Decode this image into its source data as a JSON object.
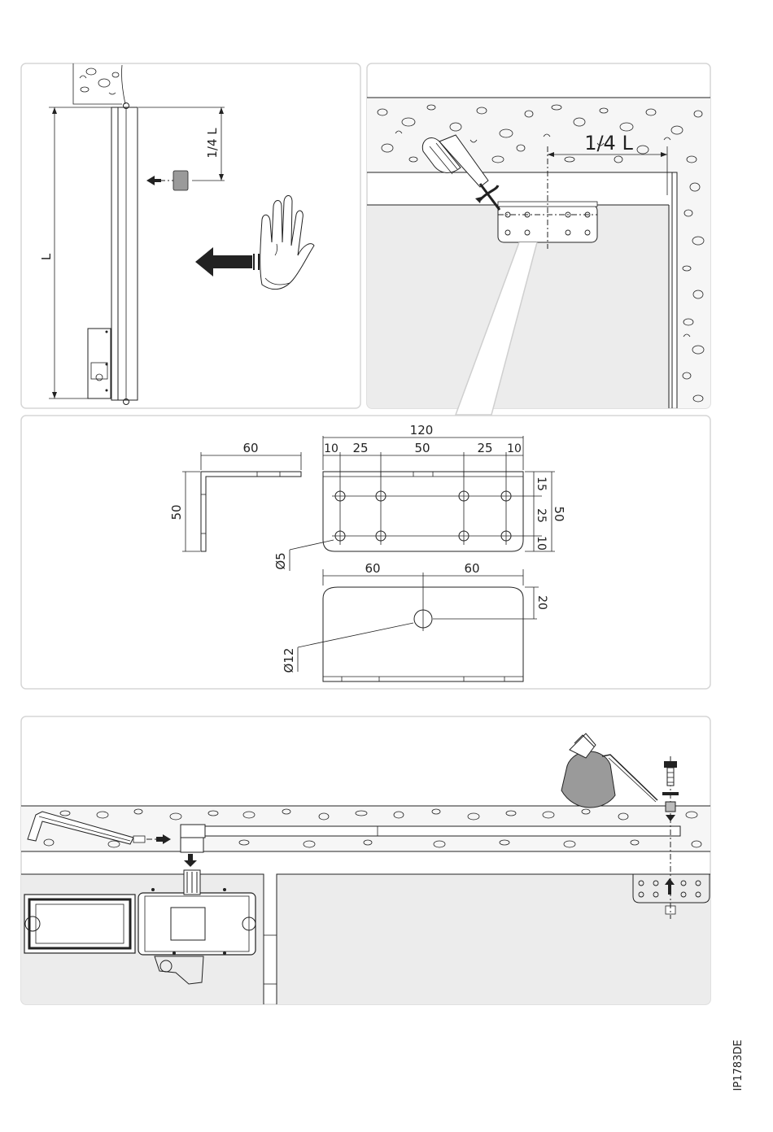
{
  "panel_install_overview": {
    "length_label": "L",
    "quarter_label": "1/4 L"
  },
  "panel_bracket_mount": {
    "quarter_label": "1/4 L"
  },
  "panel_bracket_drawing": {
    "side_width": "60",
    "side_height": "50",
    "top_width": "120",
    "top_segments": [
      "10",
      "25",
      "50",
      "25",
      "10"
    ],
    "right_segments": [
      "15",
      "25",
      "10"
    ],
    "right_total": "50",
    "hole_diameter": "Ø5",
    "bottom_left_width": "60",
    "bottom_right_width": "60",
    "bottom_hole_offset": "20",
    "bottom_hole_diameter": "Ø12"
  },
  "document_code": "IP1783DE",
  "colors": {
    "ink": "#222222",
    "panel_border": "#d6d6d6",
    "wall_gray": "#ececec",
    "part_gray": "#9a9a9a"
  }
}
